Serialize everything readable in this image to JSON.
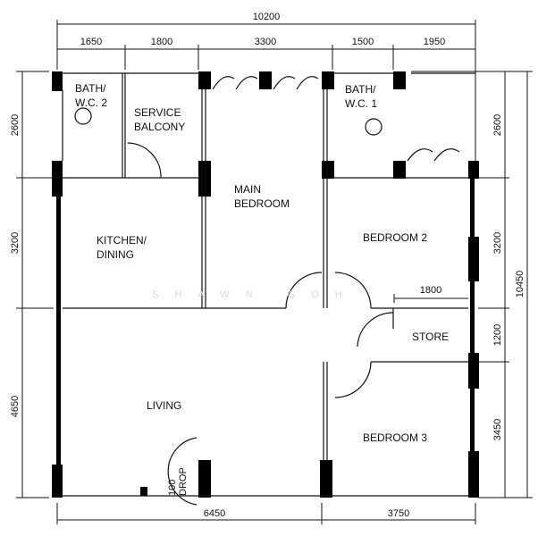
{
  "rooms": {
    "bath2": [
      "BATH/",
      "W.C.  2"
    ],
    "service_balcony": [
      "SERVICE",
      "BALCONY"
    ],
    "main_bedroom": [
      "MAIN",
      "BEDROOM"
    ],
    "bath1": [
      "BATH/",
      "W.C.  1"
    ],
    "kitchen": [
      "KITCHEN/",
      "DINING"
    ],
    "bedroom2": "BEDROOM  2",
    "store": "STORE",
    "living": "LIVING",
    "bedroom3": "BEDROOM  3"
  },
  "dimensions": {
    "top_total": "10200",
    "top": [
      "1650",
      "1800",
      "3300",
      "1500",
      "1950"
    ],
    "left": [
      "2600",
      "3200",
      "4650"
    ],
    "right": [
      "2600",
      "3200",
      "1200",
      "3450"
    ],
    "right_total": "10450",
    "bottom": [
      "6450",
      "3750"
    ],
    "inner": "1800"
  },
  "annotations": {
    "drop": [
      "100",
      "DROP"
    ],
    "watermark": "SHAWN GOH"
  }
}
